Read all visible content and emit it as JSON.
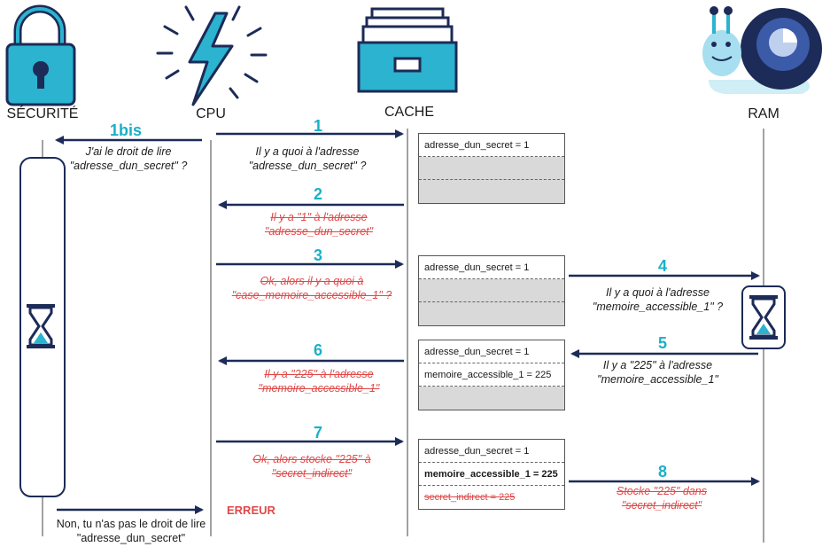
{
  "actors": {
    "security": "SÉCURITÉ",
    "cpu": "CPU",
    "cache": "CACHE",
    "ram": "RAM"
  },
  "steps": {
    "s1bis": {
      "num": "1bis",
      "text": "J'ai le droit de lire \"adresse_dun_secret\" ?"
    },
    "s1": {
      "num": "1",
      "text": "Il y a quoi à l'adresse \"adresse_dun_secret\" ?"
    },
    "s2": {
      "num": "2",
      "text": "Il y a \"1\" à l'adresse \"adresse_dun_secret\""
    },
    "s3": {
      "num": "3",
      "text": "Ok, alors il y a quoi à \"case_memoire_accessible_1\" ?"
    },
    "s4": {
      "num": "4",
      "text": "Il y a quoi à l'adresse \"memoire_accessible_1\" ?"
    },
    "s5": {
      "num": "5",
      "text": "Il y a \"225\" à l'adresse \"memoire_accessible_1\""
    },
    "s6": {
      "num": "6",
      "text": "Il y a \"225\" à l'adresse \"memoire_accessible_1\""
    },
    "s7": {
      "num": "7",
      "text": "Ok, alors stocke \"225\" à \"secret_indirect\""
    },
    "s8": {
      "num": "8",
      "text": "Stocke \"225\" dans \"secret_indirect\""
    },
    "reply": {
      "text": "Non, tu n'as pas le droit de lire \"adresse_dun_secret\""
    },
    "error": "ERREUR"
  },
  "cache_boxes": {
    "box1": [
      "adresse_dun_secret = 1",
      "",
      ""
    ],
    "box2": [
      "adresse_dun_secret = 1",
      "",
      ""
    ],
    "box3": [
      "adresse_dun_secret = 1",
      "memoire_accessible_1 = 225",
      ""
    ],
    "box4": [
      "adresse_dun_secret = 1",
      "memoire_accessible_1 = 225",
      "secret_indirect = 225"
    ]
  },
  "colors": {
    "arrow": "#1c2b57",
    "step": "#1ab0c8",
    "error": "#e04848",
    "icon_blue": "#2bb3cf"
  }
}
